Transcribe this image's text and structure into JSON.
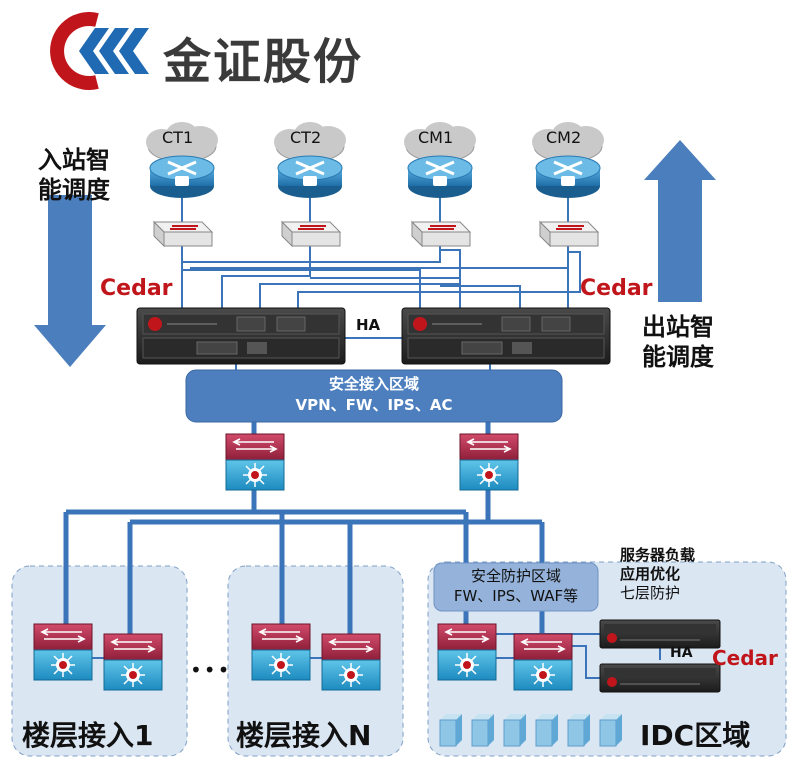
{
  "logo": {
    "text": "金证股份",
    "brand_color": "#c0161b",
    "accent_color": "#1f6ab3"
  },
  "side_labels": {
    "inbound": "入站智\n能调度",
    "outbound": "出站智\n能调度"
  },
  "carriers": [
    "CT1",
    "CT2",
    "CM1",
    "CM2"
  ],
  "cedar_label": "Cedar",
  "ha_label": "HA",
  "secure_access_zone": {
    "line1": "安全接入区域",
    "line2": "VPN、FW、IPS、AC"
  },
  "secure_protect_zone": {
    "line1": "安全防护区域",
    "line2": "FW、IPS、WAF等"
  },
  "idc_notes": [
    "服务器负载",
    "应用优化",
    "七层防护"
  ],
  "floor_labels": [
    "楼层接入1",
    "楼层接入N"
  ],
  "ellipsis": "•••",
  "idc_label": "IDC区域",
  "colors": {
    "arrow": "#4a7ebd",
    "line": "#3b74b8",
    "zone_bg": "#dbe6f3",
    "zone_box": "#4d7fbf",
    "router": "#2e86c1",
    "cloud": "#c9c9c9",
    "device": "#2b2b2b"
  }
}
